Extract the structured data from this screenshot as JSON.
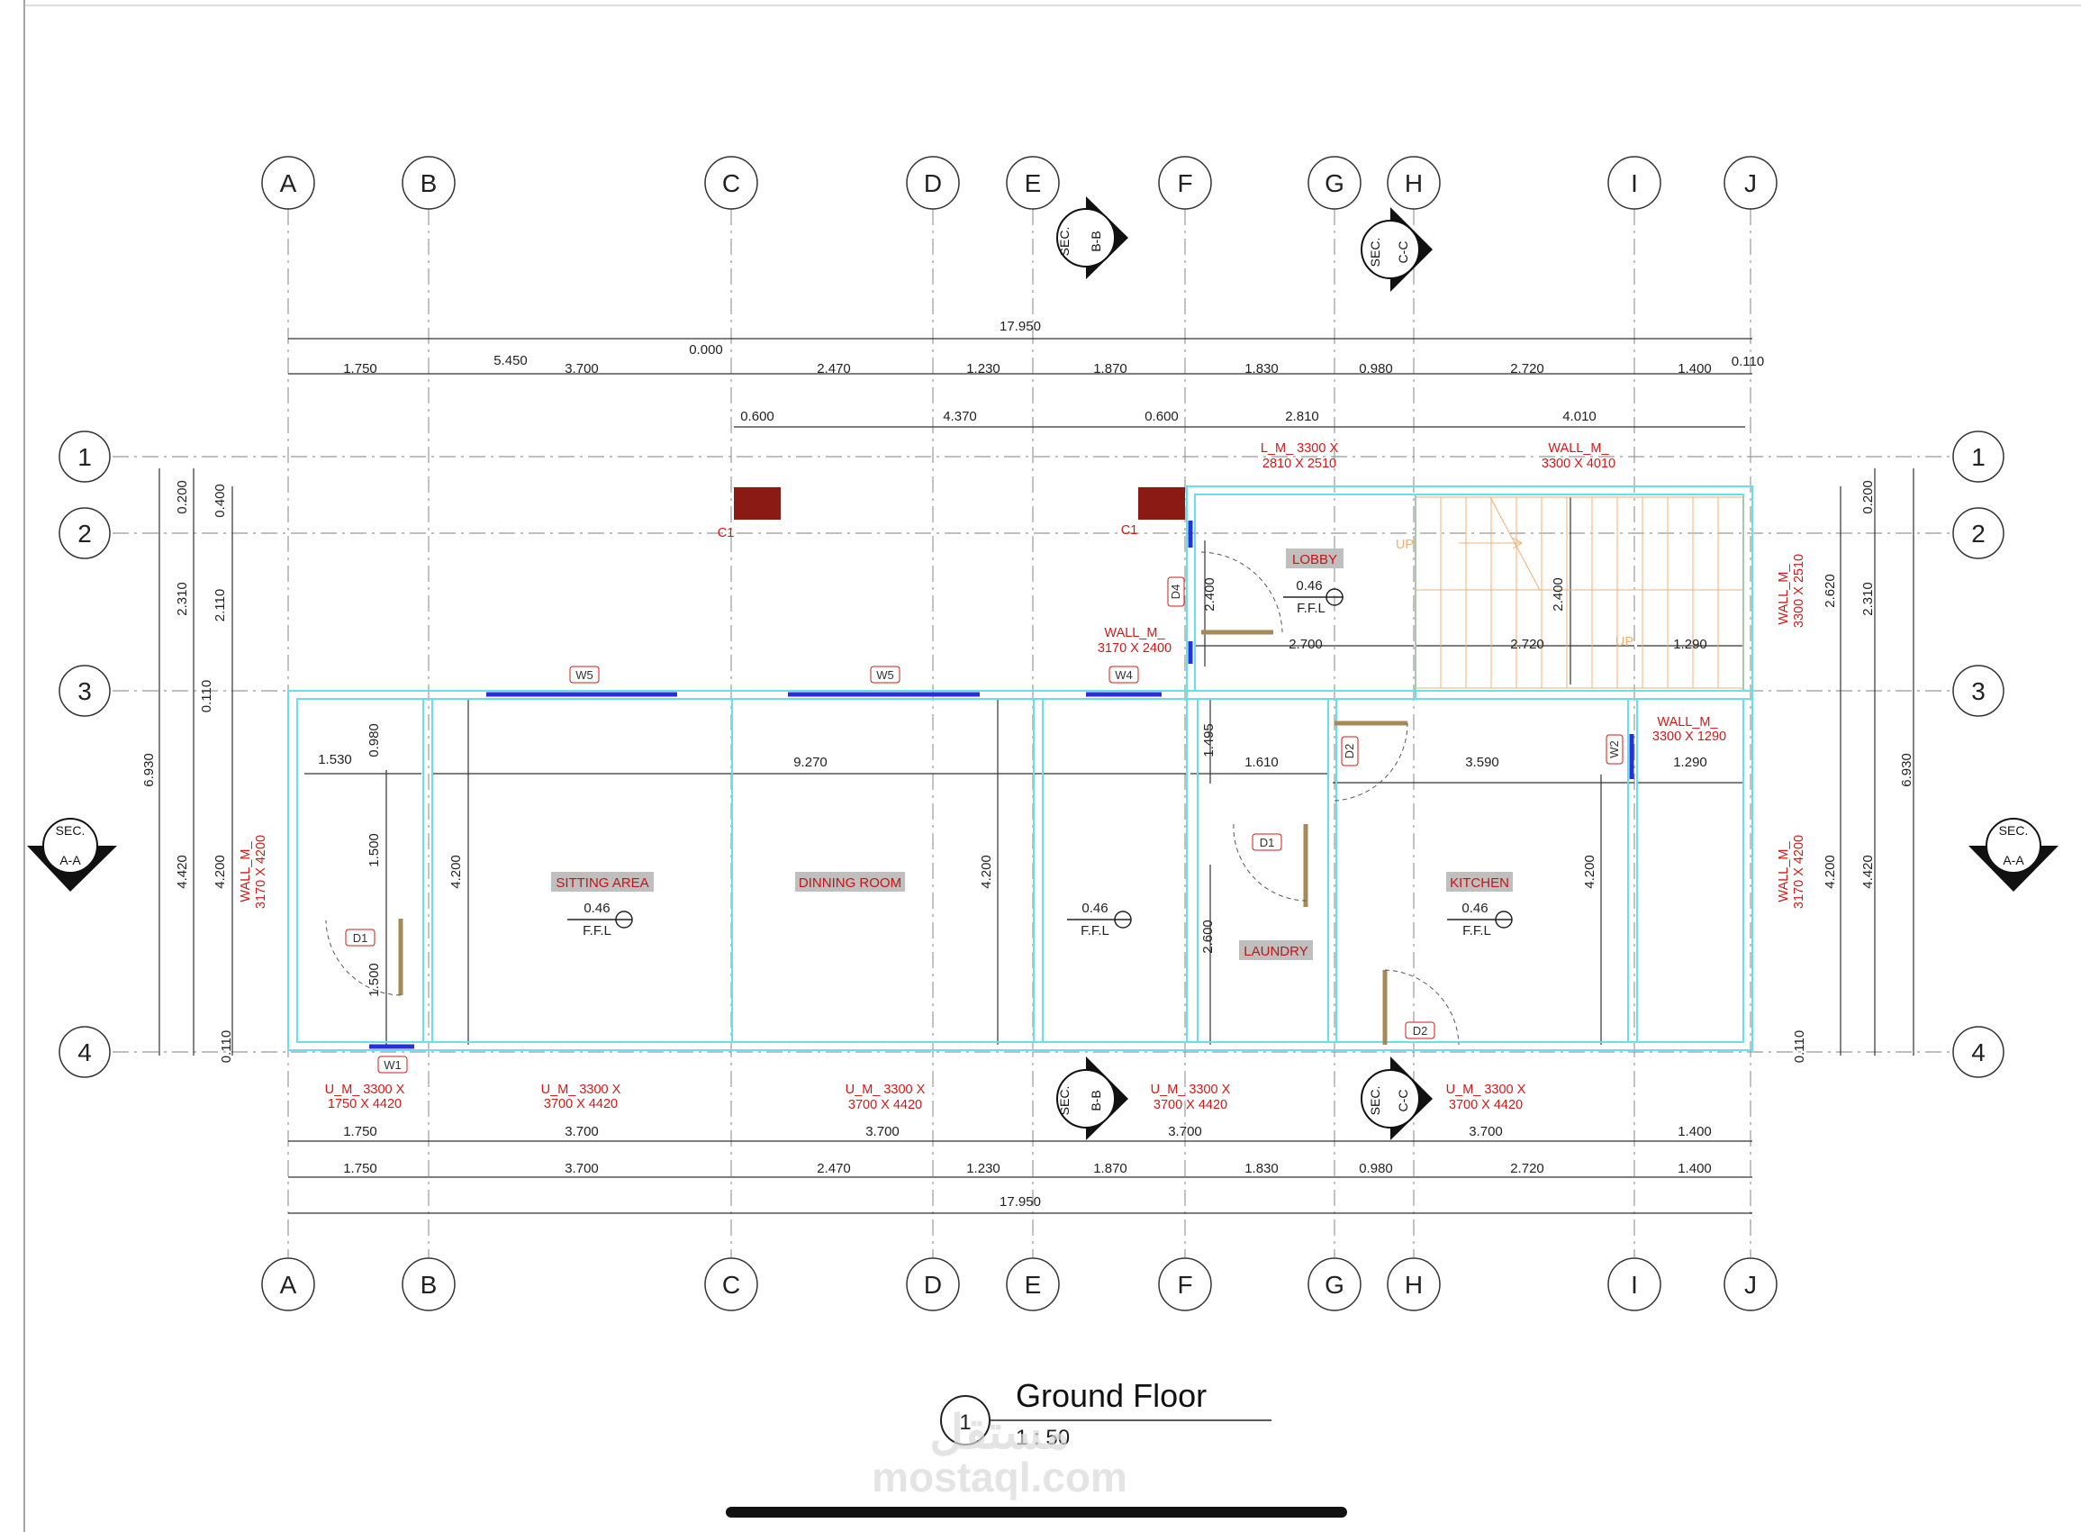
{
  "grids": {
    "columns": [
      "A",
      "B",
      "C",
      "D",
      "E",
      "F",
      "G",
      "H",
      "I",
      "J"
    ],
    "rows": [
      "1",
      "2",
      "3",
      "4"
    ]
  },
  "dims": {
    "top_total": "17.950",
    "top_zero": "0.000",
    "top_row": [
      "1.750",
      "5.450",
      "3.700",
      "2.470",
      "1.230",
      "1.870",
      "1.830",
      "0.980",
      "2.720",
      "1.400",
      "0.110"
    ],
    "top_row2": [
      "0.600",
      "4.370",
      "0.600",
      "2.810",
      "4.010"
    ],
    "bottom_row1": [
      "1.750",
      "3.700",
      "3.700",
      "3.700",
      "3.700",
      "1.400"
    ],
    "bottom_row2": [
      "1.750",
      "3.700",
      "2.470",
      "1.230",
      "1.870",
      "1.830",
      "0.980",
      "2.720",
      "1.400"
    ],
    "bottom_total": "17.950",
    "left": [
      "0.200",
      "0.400",
      "2.310",
      "2.110",
      "0.110",
      "6.930",
      "4.420",
      "4.200",
      "0.110"
    ],
    "right": [
      "0.200",
      "2.620",
      "2.310",
      "6.930",
      "4.420",
      "4.200",
      "0.110"
    ],
    "interior": [
      "2.400",
      "2.700",
      "2.720",
      "1.290",
      "2.400",
      "0.980",
      "1.530",
      "9.270",
      "1.495",
      "1.610",
      "3.590",
      "1.290",
      "1.500",
      "1.500",
      "4.200",
      "4.200",
      "2.600",
      "4.200"
    ]
  },
  "rooms": {
    "sitting": "SITTING AREA",
    "dinning": "DINNING ROOM",
    "lobby": "LOBBY",
    "laundry": "LAUNDRY",
    "kitchen": "KITCHEN"
  },
  "levels": {
    "value": "0.46",
    "label": "F.F.L"
  },
  "tags": {
    "w5a": "W5",
    "w5b": "W5",
    "w4": "W4",
    "w1": "W1",
    "w2": "W2",
    "d1a": "D1",
    "d1b": "D1",
    "d2a": "D2",
    "d2b": "D2",
    "d4": "D4",
    "c1a": "C1",
    "c1b": "C1",
    "up1": "UP",
    "up2": "UP"
  },
  "walls": {
    "top_l1": "L_M_ 3300  X",
    "top_l2": "2810  X 2510",
    "top_r1": "WALL_M_",
    "top_r2": "3300  X 4010",
    "lobby_w1": "WALL_M_",
    "lobby_w2": "3170  X 2400",
    "kitchen_w1": "WALL_M_",
    "kitchen_w2": "3300  X 1290",
    "left_w1": "WALL_M_",
    "left_w2": "3170  X 4200",
    "right_top1": "WALL_M_",
    "right_top2": "3300  X 2510",
    "right_bot1": "WALL_M_",
    "right_bot2": "3170  X 4200",
    "bottom": [
      [
        "U_M_ 3300  X",
        "1750  X 4420"
      ],
      [
        "U_M_ 3300  X",
        "3700  X 4420"
      ],
      [
        "U_M_ 3300  X",
        "3700  X 4420"
      ],
      [
        "U_M_ 3300  X",
        "3700  X 4420"
      ],
      [
        "U_M_ 3300  X",
        "3700  X 4420"
      ]
    ]
  },
  "sections": {
    "sec": "SEC.",
    "aa": "A-A",
    "bb": "B-B",
    "cc": "C-C"
  },
  "title": {
    "number": "1",
    "name": "Ground Floor",
    "scale": "1 : 50"
  },
  "watermark": {
    "logo": "مستقل",
    "url": "mostaql.com"
  },
  "colors": {
    "cyan": "#66e0ee",
    "red": "#d31818",
    "column": "#8b1a14",
    "window": "#2432d8",
    "door": "#a58a55",
    "stair": "#f0b070"
  }
}
